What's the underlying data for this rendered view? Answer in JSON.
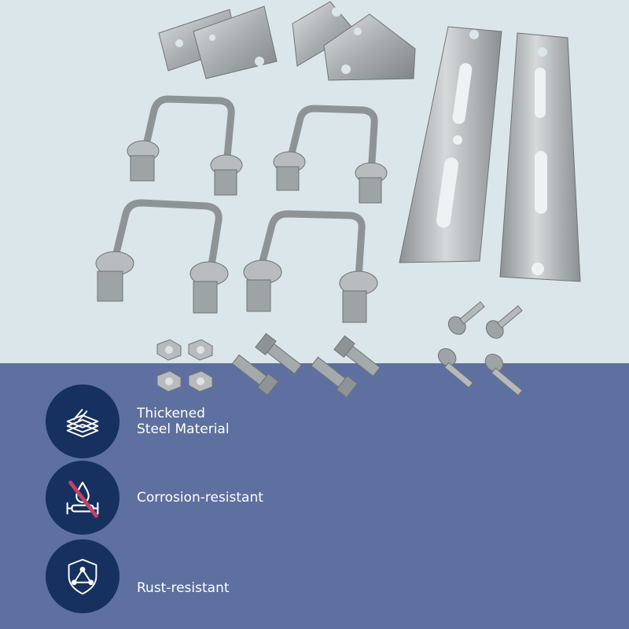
{
  "features": [
    {
      "icon": "stacked-steel-plates-icon",
      "lines": [
        "Thickened",
        "Steel Material"
      ]
    },
    {
      "icon": "crossed-out-water-drop-icon",
      "lines": [
        "Corrosion-resistant"
      ]
    },
    {
      "icon": "shield-icon",
      "lines": [
        "Rust-resistant"
      ]
    }
  ],
  "colors": {
    "background_top": "#dbe6ea",
    "background_bottom": "#5e709f",
    "badge": "#16305f",
    "cross_out": "#c0436a",
    "text": "#ffffff"
  }
}
